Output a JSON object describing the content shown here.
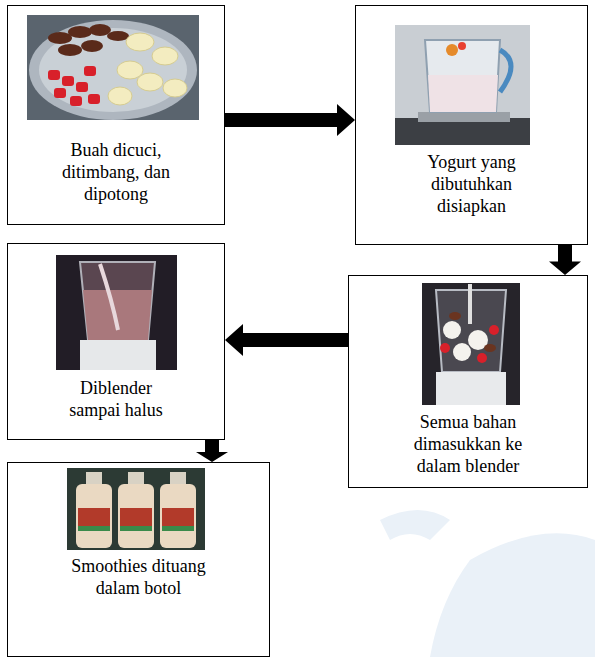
{
  "diagram": {
    "nodes": [
      {
        "text": [
          "Buah dicuci, ditimbang, dan dipotong"
        ]
      },
      {
        "text": [
          "Yogurt yang dibutuhkan disiapkan"
        ]
      },
      {
        "text": [
          "Diblender sampai halus"
        ]
      },
      {
        "text": [
          "Semua bahan dimasukkan ke dalam blender"
        ]
      },
      {
        "text": [
          "Smoothies dituang dalam botol"
        ]
      }
    ],
    "edges": [
      {
        "from": 0,
        "to": 1,
        "arrow": "to"
      },
      {
        "from": 1,
        "to": 3,
        "arrow": "to"
      },
      {
        "from": 3,
        "to": 2,
        "arrow": "to"
      },
      {
        "from": 2,
        "to": 4,
        "arrow": "to"
      }
    ]
  }
}
